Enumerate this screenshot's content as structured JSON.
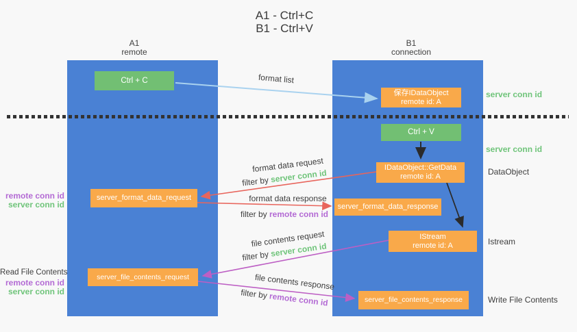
{
  "colors": {
    "lane_blue": "#4a81d4",
    "box_orange": "#f9a94a",
    "box_green": "#72bf73",
    "arrow_red": "#e8655c",
    "arrow_magenta": "#bd5fc4",
    "arrow_light_blue": "#a9d2ef",
    "arrow_black": "#2b2b2b",
    "text_green": "#6fc47a",
    "text_purple": "#b36ad4"
  },
  "title": {
    "line1": "A1 - Ctrl+C",
    "line2": "B1 - Ctrl+V"
  },
  "lanes": {
    "left": {
      "title": "A1",
      "subtitle": "remote"
    },
    "right": {
      "title": "B1",
      "subtitle": "connection"
    }
  },
  "boxes": {
    "ctrl_c": {
      "label": "Ctrl + C"
    },
    "save_idataobject": {
      "line1": "保存IDataObject",
      "line2": "remote id: A"
    },
    "ctrl_v": {
      "label": "Ctrl + V"
    },
    "getdata": {
      "line1": "IDataObject::GetData",
      "line2": "remote id: A"
    },
    "format_request": {
      "label": "server_format_data_request"
    },
    "format_response": {
      "label": "server_format_data_response"
    },
    "istream": {
      "line1": "IStream",
      "line2": "remote id: A"
    },
    "file_request": {
      "label": "server_file_contents_request"
    },
    "file_response": {
      "label": "server_file_contents_response"
    }
  },
  "labels": {
    "server_conn_id": "server conn id",
    "remote_conn_id": "remote conn id",
    "data_object": "DataObject",
    "istream": "Istream",
    "read_file_contents": "Read File Contents",
    "write_file_contents": "Write File Contents",
    "filter_by": "filter by ",
    "format_list": "format list",
    "format_data_request": "format data request",
    "format_data_response": "format data response",
    "file_contents_request": "file contents request",
    "file_contents_response": "file contents response"
  }
}
